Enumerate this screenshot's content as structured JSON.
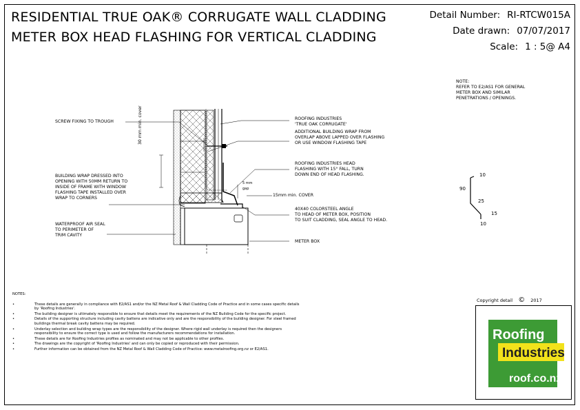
{
  "title": {
    "line1": "RESIDENTIAL TRUE OAK® CORRUGATE WALL CLADDING",
    "line2": "METER BOX HEAD FLASHING FOR VERTICAL CLADDING"
  },
  "meta": {
    "detail_label": "Detail Number:",
    "detail_value": "RI-RTCW015A",
    "date_label": "Date drawn:",
    "date_value": "07/07/2017",
    "scale_label": "Scale:",
    "scale_value": "1 : 5@ A4"
  },
  "side_note": {
    "heading": "NOTE:",
    "lines": [
      "REFER TO E2/AS1 FOR GENERAL",
      "METER BOX AND SIMILAR",
      "PENETRATIONS / OPENINGS."
    ]
  },
  "labels": {
    "screw": "SCREW FIXING TO TROUGH",
    "cover30": "30 mm min.",
    "cover30b": "cover",
    "wrap1": "BUILDING WRAP DRESSED INTO",
    "wrap2": "OPENING WITH 50mm RETURN TO",
    "wrap3": "INSIDE OF FRAME WITH WINDOW",
    "wrap4": "FLASHING TAPE INSTALLED OVER",
    "wrap5": "WRAP TO CORNERS",
    "seal1": "WATERPROOF AIR SEAL",
    "seal2": "TO PERIMETER OF",
    "seal3": "TRIM CAVITY",
    "roof1": "ROOFING INDUSTRIES",
    "roof2": "'TRUE OAK CORRUGATE'",
    "roof3": "ADDITIONAL BUILDING WRAP FROM",
    "roof4": "OVERLAP ABOVE LAPPED OVER FLASHING",
    "roof5": "OR USE WINDOW FLASHING TAPE",
    "head1": "ROOFING INDUSTRIES HEAD",
    "head2": "FLASHING WITH 15° FALL, TURN",
    "head3": "DOWN END OF HEAD FLASHING.",
    "dim5": "5 mm",
    "dim5b": "gap",
    "cover15": "15mm min. COVER",
    "angle1": "40x40 COLORSTEEL ANGLE",
    "angle2": "TO HEAD OF METER BOX, POSITION",
    "angle3": "TO SUIT CLADDING, SEAL ANGLE TO HEAD.",
    "meterbox": "METER BOX"
  },
  "flashing_dims": {
    "d10a": "10",
    "d90": "90",
    "d25": "25",
    "d15": "15",
    "d10b": "10"
  },
  "notes": {
    "heading": "NOTES:",
    "items": [
      "These details are generally in compliance with E2/AS1 and/or the NZ Metal Roof & Wall Cladding Code of Practice and in some cases specific details by 'Roofing Industries'.",
      "The building designer is ultimately responsible to ensure that details meet the requirements of the NZ Building Code for the specific project.",
      "Details of the supporting structure including cavity battens are indicative only and are the responsibility of the building designer. For steel framed buildings thermal break cavity battens may be required.",
      "Underlay selection and building wrap types are the responsibility of the designer. Where rigid wall underlay is required then the designers responsibility to ensure the correct type is used and follow the manufacturers recommendations for installation.",
      "These details are for Roofing Industries profiles as nominated and may not be applicable to other profiles.",
      "The drawings are the copyright of 'Roofing Industries' and can only be copied or reproduced with their permission.",
      "Further information can be obtained from the NZ Metal Roof & Wall Cladding Code of Practice: www.metalroofing.org.nz or E2/AS1."
    ]
  },
  "copyright": {
    "label": "Copyright detail",
    "symbol": "©",
    "year": "2017"
  },
  "logo": {
    "word1": "Roofing",
    "word2": "Industries",
    "url": "roof.co.nz",
    "green": "#3d9b35",
    "yellow": "#f2e21b",
    "dark": "#1f1f1f"
  }
}
